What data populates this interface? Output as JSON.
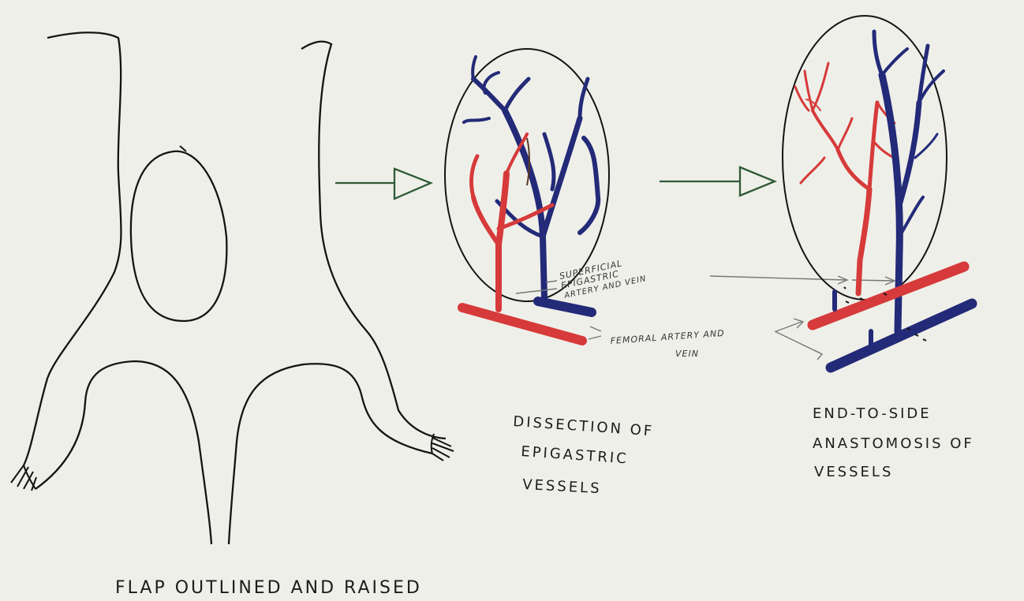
{
  "captions": {
    "flap": "FLAP OUTLINED AND RAISED",
    "dissection": [
      "DISSECTION OF",
      "EPIGASTRIC",
      "VESSELS"
    ],
    "anastomosis": [
      "END-TO-SIDE",
      "ANASTOMOSIS OF",
      "VESSELS"
    ]
  },
  "labels": {
    "superficial": [
      "SUPERFICIAL",
      "EPIGASTRIC",
      "ARTERY AND VEIN"
    ],
    "femoral": [
      "FEMORAL ARTERY AND",
      "VEIN"
    ]
  },
  "colors": {
    "artery": "#d63a3a",
    "vein": "#232a78",
    "outline": "#141414",
    "arrow": "#2f5a35",
    "pointer": "#777777",
    "paper": "#efefe9"
  }
}
